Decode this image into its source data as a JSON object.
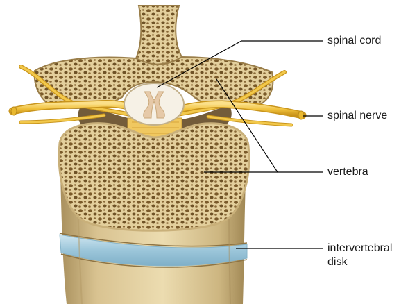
{
  "labels": {
    "spinal_cord": "spinal cord",
    "spinal_nerve": "spinal nerve",
    "vertebra": "vertebra",
    "intervertebral_line1": "intervertebral",
    "intervertebral_line2": "disk"
  },
  "colors": {
    "bone": "#e8d6a8",
    "bone_dark": "#b99d6a",
    "bone_pore": "#6e5226",
    "nerve": "#f2c84b",
    "nerve_dark": "#c9951c",
    "cord": "#f6f1e6",
    "disk": "#a9cfe0",
    "leader_line": "#000000"
  }
}
